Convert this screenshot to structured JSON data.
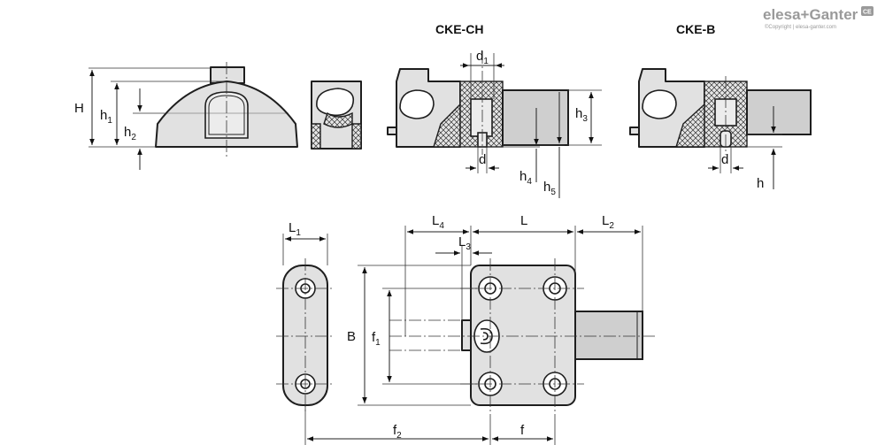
{
  "logo": {
    "brand": "elesa+Ganter",
    "copyright": "©Copyright | elesa-ganter.com",
    "badge": "CE"
  },
  "views": {
    "cke_ch_title": "CKE-CH",
    "cke_b_title": "CKE-B"
  },
  "dimensions": {
    "H": "H",
    "h1": {
      "main": "h",
      "sub": "1"
    },
    "h2": {
      "main": "h",
      "sub": "2"
    },
    "h3": {
      "main": "h",
      "sub": "3"
    },
    "h4": {
      "main": "h",
      "sub": "4"
    },
    "h5": {
      "main": "h",
      "sub": "5"
    },
    "h": "h",
    "d1": {
      "main": "d",
      "sub": "1"
    },
    "d_ch": "d",
    "d_b": "d",
    "L1": {
      "main": "L",
      "sub": "1"
    },
    "L4": {
      "main": "L",
      "sub": "4"
    },
    "L": "L",
    "L2": {
      "main": "L",
      "sub": "2"
    },
    "L3": {
      "main": "L",
      "sub": "3"
    },
    "B": "B",
    "f1": {
      "main": "f",
      "sub": "1"
    },
    "f2": {
      "main": "f",
      "sub": "2"
    },
    "f": "f"
  }
}
